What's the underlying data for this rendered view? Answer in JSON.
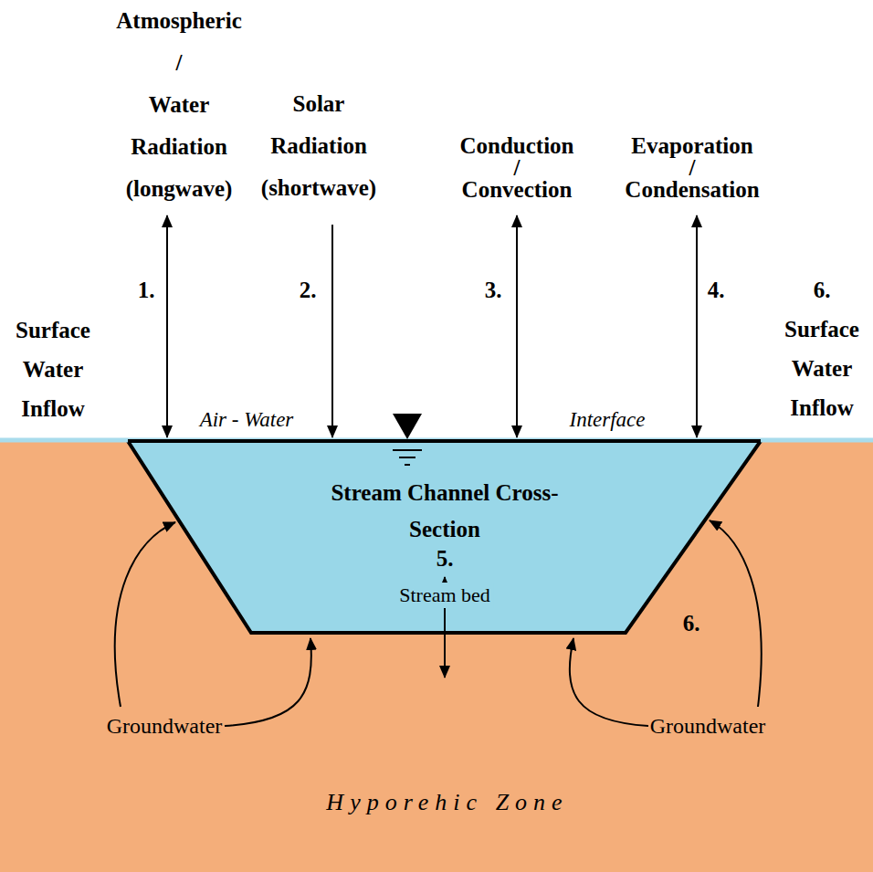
{
  "diagram": {
    "nodes": [
      {
        "text": [
          "Hyporehic Zone"
        ]
      },
      {
        "text": [
          "Stream Channel Cross-Section",
          "5.",
          "Stream bed"
        ],
        "in": 0
      }
    ],
    "labels": [
      "Atmospheric / Water Radiation (longwave)",
      "Solar Radiation (shortwave)",
      "Conduction / Convection",
      "Evaporation / Condensation",
      "1.",
      "2.",
      "3.",
      "4.",
      "Surface Water Inflow",
      "6. Surface Water Inflow",
      "Air - Water",
      "Interface",
      "Groundwater",
      "Groundwater",
      "6."
    ]
  }
}
